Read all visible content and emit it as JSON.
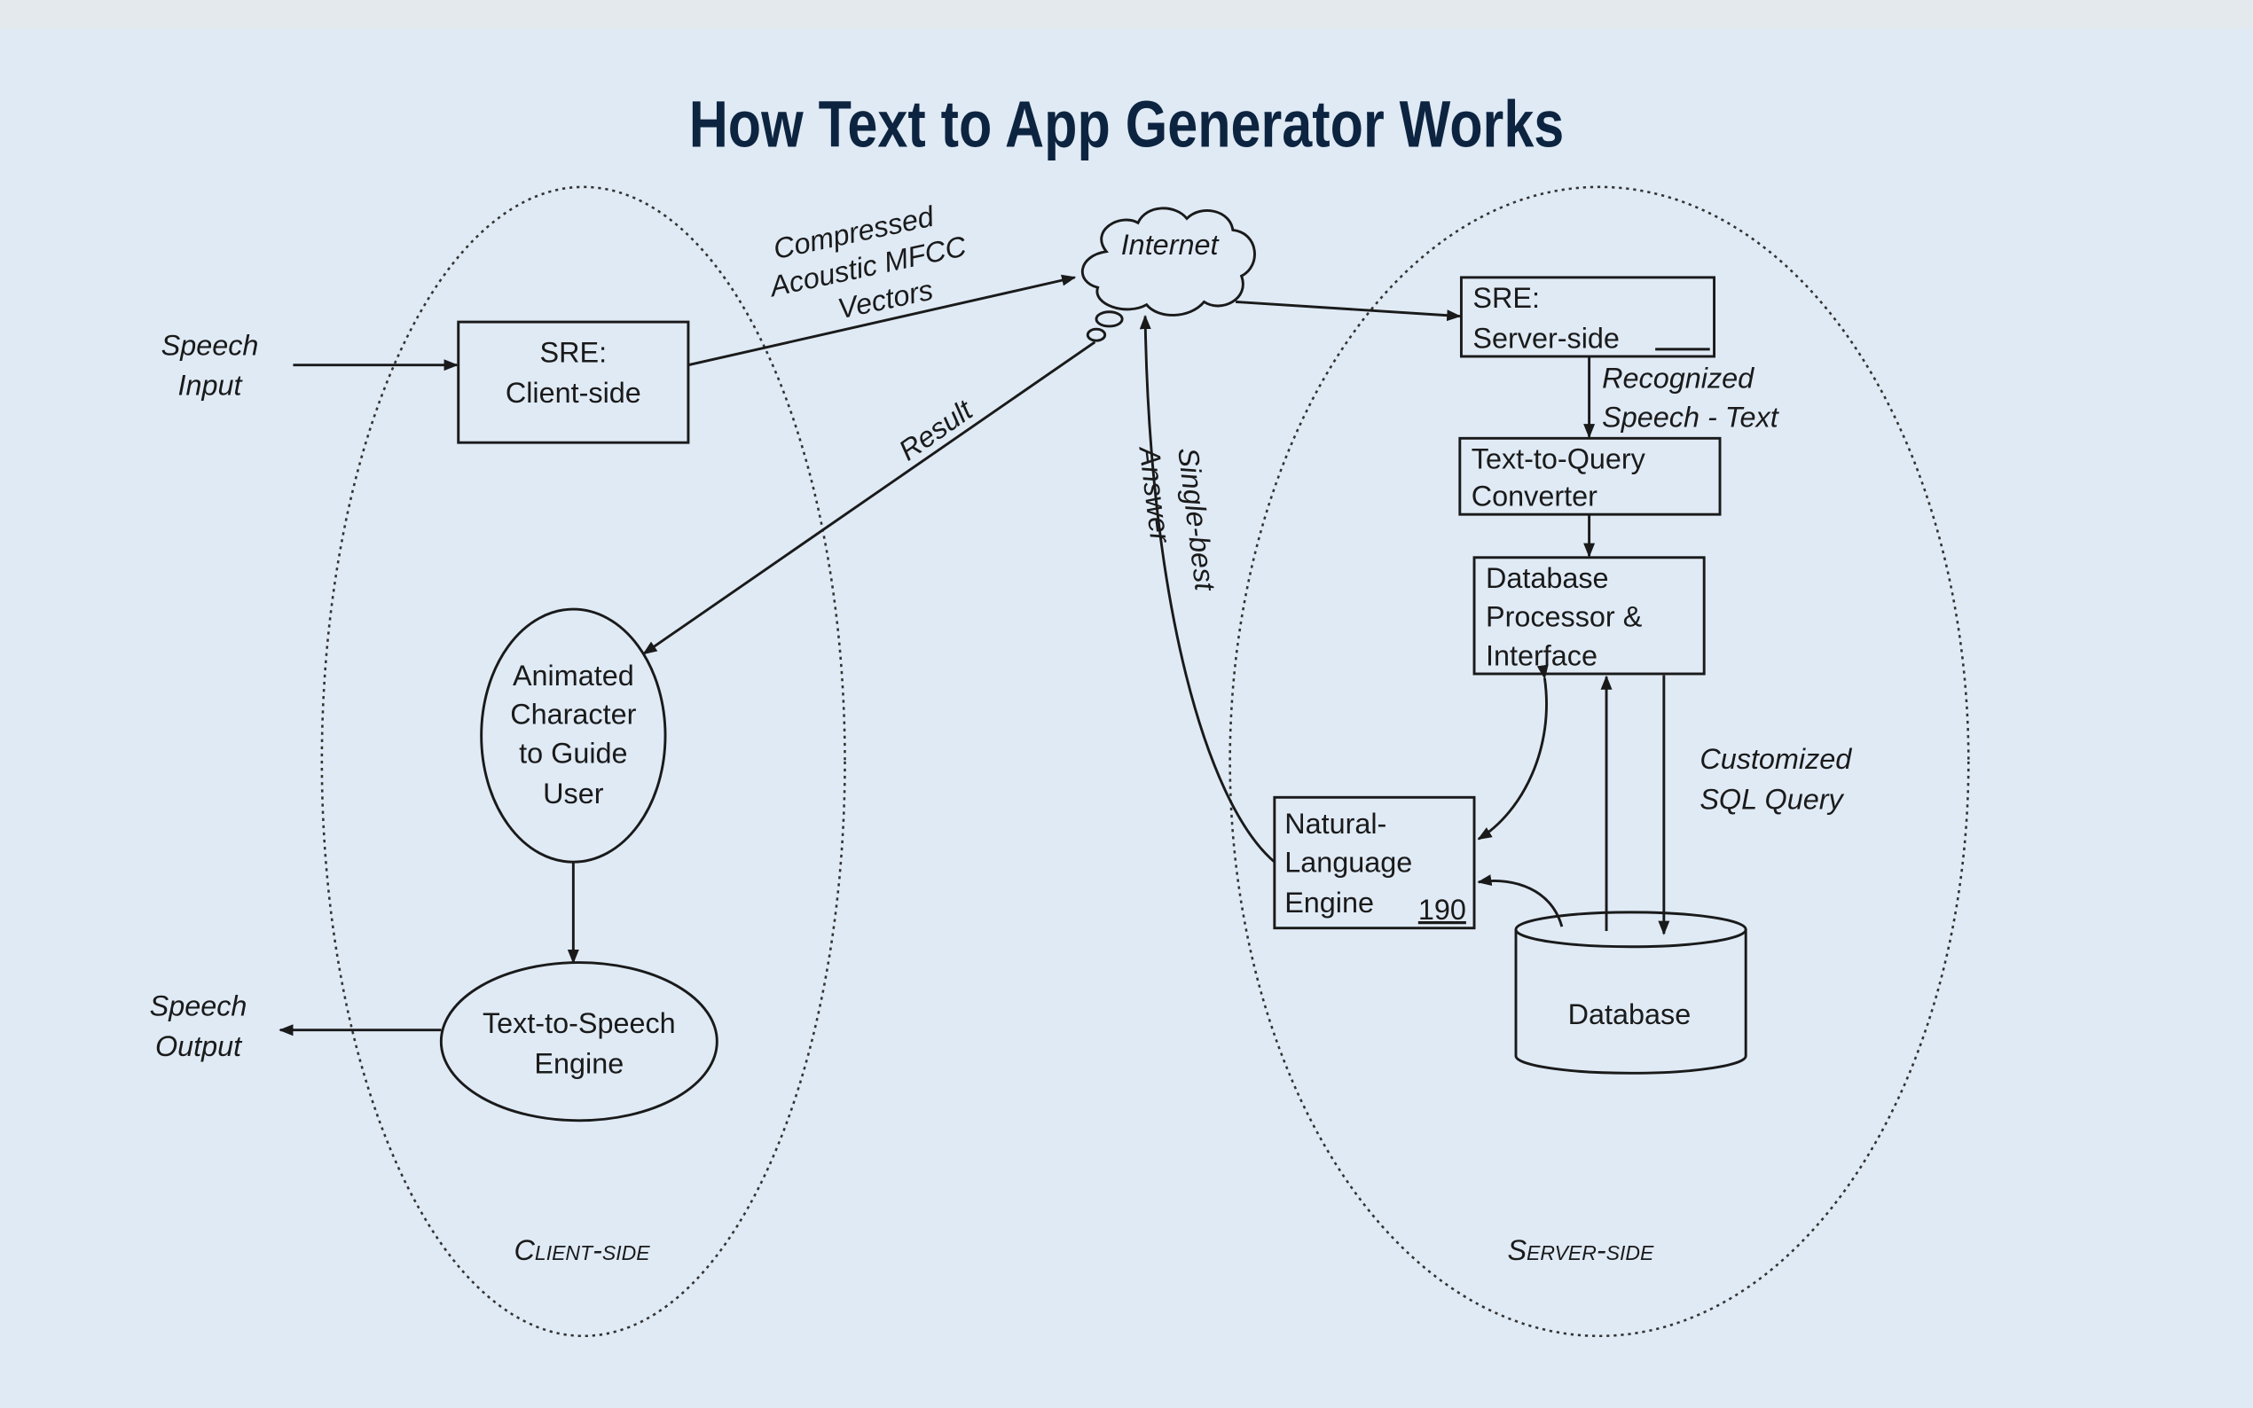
{
  "title": "How Text to App Generator Works",
  "client": {
    "region_label": "Client-side",
    "speech_input": [
      "Speech",
      "Input"
    ],
    "sre_client": [
      "SRE:",
      "Client-side"
    ],
    "animated_character": [
      "Animated",
      "Character",
      "to Guide",
      "User"
    ],
    "tts_engine": [
      "Text-to-Speech",
      "Engine"
    ],
    "speech_output": [
      "Speech",
      "Output"
    ]
  },
  "network": {
    "internet": "Internet",
    "vectors_label": [
      "Compressed",
      "Acoustic MFCC",
      "Vectors"
    ],
    "result_label": "Result",
    "answer_label": [
      "Single-best",
      "Answer"
    ]
  },
  "server": {
    "region_label": "Server-side",
    "sre_server": [
      "SRE:",
      "Server-side"
    ],
    "recognized_label": [
      "Recognized",
      "Speech - Text"
    ],
    "text_to_query": [
      "Text-to-Query",
      "Converter"
    ],
    "db_processor": [
      "Database",
      "Processor &",
      "Interface"
    ],
    "sql_label": [
      "Customized",
      "SQL Query"
    ],
    "nl_engine": [
      "Natural-",
      "Language",
      "Engine"
    ],
    "nl_engine_ref": "190",
    "database": "Database"
  }
}
